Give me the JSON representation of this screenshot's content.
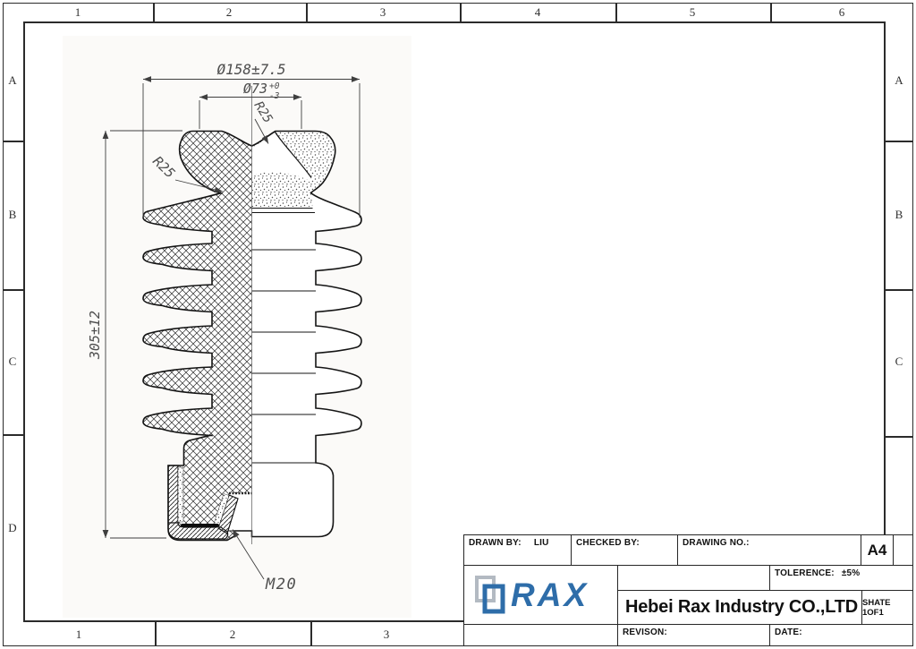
{
  "sheet": {
    "grid": {
      "top": [
        "1",
        "2",
        "3",
        "4",
        "5",
        "6"
      ],
      "bottom": [
        "1",
        "2",
        "3"
      ],
      "left": [
        "A",
        "B",
        "C",
        "D"
      ],
      "right": [
        "A",
        "B",
        "C"
      ]
    }
  },
  "drawing": {
    "part": "station post insulator half-section view",
    "dimensions": {
      "outer_diameter": "Ø158±7.5",
      "groove_diameter": "Ø73",
      "groove_tol_upper": "+0",
      "groove_tol_lower": "-3",
      "radius_top": "R25",
      "radius_side": "R25",
      "height": "305±12",
      "thread": "M20"
    }
  },
  "title_block": {
    "drawn_by_label": "DRAWN BY:",
    "drawn_by_value": "LIU",
    "checked_by_label": "CHECKED BY:",
    "drawing_no_label": "DRAWING NO.:",
    "paper_size": "A4",
    "tolerance_label": "TOLERENCE:",
    "tolerance_value": "±5%",
    "company_name": "Hebei Rax Industry CO.,LTD",
    "sheet_label": "SHATE 1OF1",
    "revision_label": "REVISON:",
    "date_label": "DATE:",
    "logo_text": "RAX",
    "logo_color": "#2e6da9"
  }
}
